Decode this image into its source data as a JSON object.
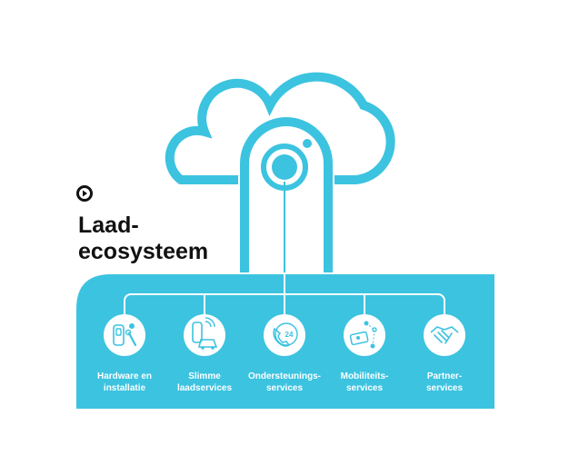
{
  "title": {
    "line1": "Laad-",
    "line2": "ecosysteem"
  },
  "logo": {
    "icon": "logo-play-icon"
  },
  "colors": {
    "accent": "#3cc3e0",
    "text": "#111111",
    "label": "#ffffff"
  },
  "services": [
    {
      "icon": "hardware-wrench-icon",
      "line1": "Hardware en",
      "line2": "installatie"
    },
    {
      "icon": "smart-charging-car-icon",
      "line1": "Slimme",
      "line2": "laadservices"
    },
    {
      "icon": "phone-24-support-icon",
      "line1": "Ondersteunings-",
      "line2": "services"
    },
    {
      "icon": "mobility-card-network-icon",
      "line1": "Mobiliteits-",
      "line2": "services"
    },
    {
      "icon": "handshake-icon",
      "line1": "Partner-",
      "line2": "services"
    }
  ]
}
